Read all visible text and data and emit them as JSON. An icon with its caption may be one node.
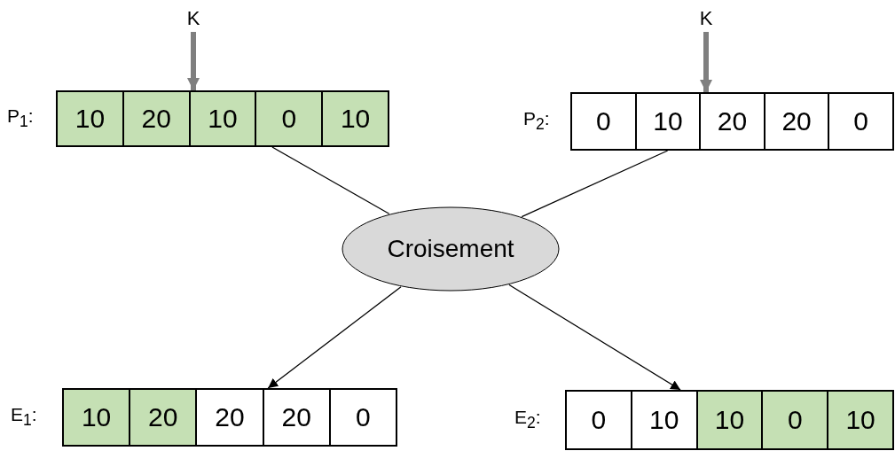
{
  "diagram": {
    "nodes": [
      {
        "text": [
          "K"
        ]
      },
      {
        "text": [
          "K"
        ]
      },
      {
        "text": [
          "P$_{1}$:"
        ]
      },
      {
        "text": [
          "10"
        ],
        "in": 2
      },
      {
        "text": [
          "20"
        ],
        "in": 2
      },
      {
        "text": [
          "10"
        ],
        "in": 2
      },
      {
        "text": [
          "0"
        ],
        "in": 2
      },
      {
        "text": [
          "10"
        ],
        "in": 2
      },
      {
        "text": [
          "P$_{2}$:"
        ]
      },
      {
        "text": [
          "0"
        ],
        "in": 8
      },
      {
        "text": [
          "10"
        ],
        "in": 8
      },
      {
        "text": [
          "20"
        ],
        "in": 8
      },
      {
        "text": [
          "20"
        ],
        "in": 8
      },
      {
        "text": [
          "0"
        ],
        "in": 8
      },
      {
        "text": [
          "Croisement"
        ]
      },
      {
        "text": [
          "E$_{1}$:"
        ]
      },
      {
        "text": [
          "10"
        ],
        "in": 15
      },
      {
        "text": [
          "20"
        ],
        "in": 15
      },
      {
        "text": [
          "20"
        ],
        "in": 15
      },
      {
        "text": [
          "20"
        ],
        "in": 15
      },
      {
        "text": [
          "0"
        ],
        "in": 15
      },
      {
        "text": [
          "E$_{2}$:"
        ]
      },
      {
        "text": [
          "0"
        ],
        "in": 21
      },
      {
        "text": [
          "10"
        ],
        "in": 21
      },
      {
        "text": [
          "10"
        ],
        "in": 21
      },
      {
        "text": [
          "0"
        ],
        "in": 21
      },
      {
        "text": [
          "10"
        ],
        "in": 21
      }
    ],
    "edges": [
      {
        "from": 0,
        "to": 2,
        "arrow": "to",
        "style": "thick",
        "color": "#7f7f7f"
      },
      {
        "from": 1,
        "to": 8,
        "arrow": "to",
        "style": "thick",
        "color": "#7f7f7f"
      },
      {
        "from": 2,
        "to": 14,
        "arrow": "none"
      },
      {
        "from": 8,
        "to": 14,
        "arrow": "none"
      },
      {
        "from": 14,
        "to": 15,
        "arrow": "to"
      },
      {
        "from": 14,
        "to": 21,
        "arrow": "to"
      }
    ]
  }
}
